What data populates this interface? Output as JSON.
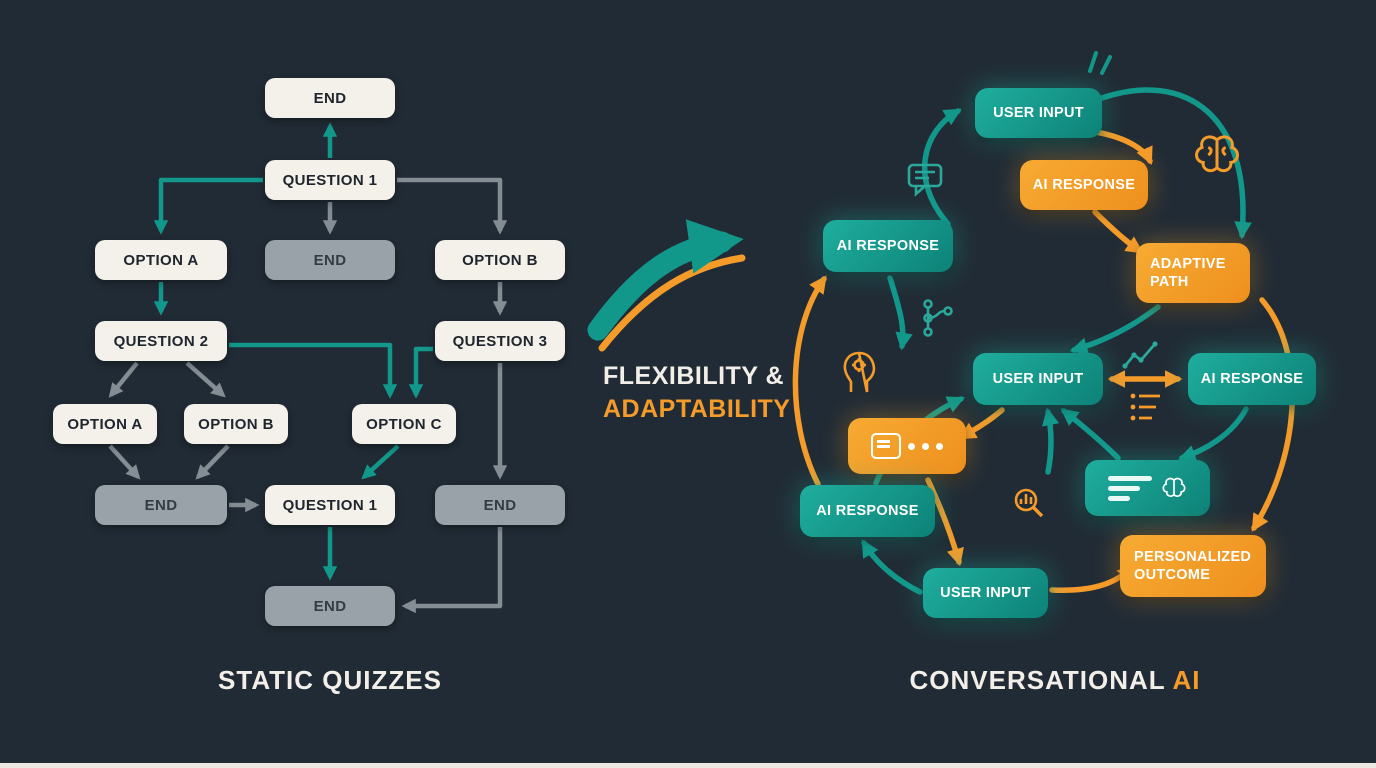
{
  "background": "#212b35",
  "colors": {
    "teal": "#12988b",
    "orange": "#f49b2a",
    "gray_arrow": "#848c94",
    "white_box": "#f4f1ea",
    "gray_box": "#99a1a9",
    "dark_text": "#20262e",
    "light_text": "#f2efe9"
  },
  "left_flowchart": {
    "title": "STATIC QUIZZES",
    "nodes": [
      {
        "id": "end-top",
        "label": "END"
      },
      {
        "id": "question-1",
        "label": "QUESTION 1"
      },
      {
        "id": "option-a-1",
        "label": "OPTION A"
      },
      {
        "id": "end-mid",
        "label": "END"
      },
      {
        "id": "option-b-1",
        "label": "OPTION B"
      },
      {
        "id": "question-2",
        "label": "QUESTION 2"
      },
      {
        "id": "question-3",
        "label": "QUESTION 3"
      },
      {
        "id": "option-a-2",
        "label": "OPTION A"
      },
      {
        "id": "option-b-2",
        "label": "OPTION B"
      },
      {
        "id": "option-c",
        "label": "OPTION C"
      },
      {
        "id": "end-left",
        "label": "END"
      },
      {
        "id": "question-1b",
        "label": "QUESTION 1"
      },
      {
        "id": "end-right",
        "label": "END"
      },
      {
        "id": "end-bottom",
        "label": "END"
      }
    ]
  },
  "center": {
    "heading_line1": "FLEXIBILITY &",
    "heading_line2": "ADAPTABILITY"
  },
  "right_diagram": {
    "title_main": "CONVERSATIONAL ",
    "title_accent": "AI",
    "nodes": [
      {
        "id": "user-input-top",
        "label": "USER INPUT"
      },
      {
        "id": "ai-response-orange",
        "label": "AI RESPONSE"
      },
      {
        "id": "ai-response-left",
        "label": "AI RESPONSE"
      },
      {
        "id": "adaptive-path",
        "label": "ADAPTIVE PATH"
      },
      {
        "id": "user-input-center",
        "label": "USER INPUT"
      },
      {
        "id": "ai-response-right",
        "label": "AI RESPONSE"
      },
      {
        "id": "ai-response-bottom-left",
        "label": "AI RESPONSE"
      },
      {
        "id": "personalized-outcome",
        "label": "PERSONALIZED OUTCOME"
      },
      {
        "id": "user-input-bottom",
        "label": "USER INPUT"
      }
    ]
  },
  "icons": [
    "sparkle-icon",
    "chat-icon",
    "brain-icon",
    "flowchart-icon",
    "head-gear-icon",
    "trend-chart-icon",
    "checklist-icon",
    "typing-dots-icon",
    "notes-brain-icon",
    "magnifier-chart-icon",
    "transform-arrow-icon"
  ]
}
